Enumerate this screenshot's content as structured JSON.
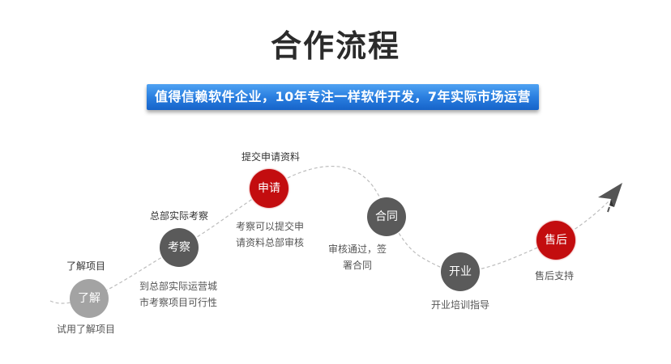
{
  "header": {
    "title": "合作流程",
    "banner": "值得信赖软件企业，10年专注一样软件开发，7年实际市场运营"
  },
  "colors": {
    "red": "#c30d0f",
    "dark_gray": "#5a5a5a",
    "light_gray": "#a3a3a3",
    "banner_blue": "#2a7fe0",
    "dashed_line": "#bdbdbd"
  },
  "steps": [
    {
      "node": "了解",
      "label": "了解项目",
      "desc_lines": [
        "试用了解项目"
      ],
      "color": "light_gray"
    },
    {
      "node": "考察",
      "label": "总部实际考察",
      "desc_lines": [
        "到总部实际运营城",
        "市考察项目可行性"
      ],
      "color": "dark_gray"
    },
    {
      "node": "申请",
      "label": "提交申请资料",
      "desc_lines": [
        "考察可以提交申",
        "请资料总部审核"
      ],
      "color": "red"
    },
    {
      "node": "合同",
      "label": "",
      "desc_lines": [
        "审核通过，签",
        "署合同"
      ],
      "color": "dark_gray"
    },
    {
      "node": "开业",
      "label": "",
      "desc_lines": [
        "开业培训指导"
      ],
      "color": "dark_gray"
    },
    {
      "node": "售后",
      "label": "",
      "desc_lines": [
        "售后支持"
      ],
      "color": "red"
    }
  ],
  "end_icon": "paper-plane-icon"
}
